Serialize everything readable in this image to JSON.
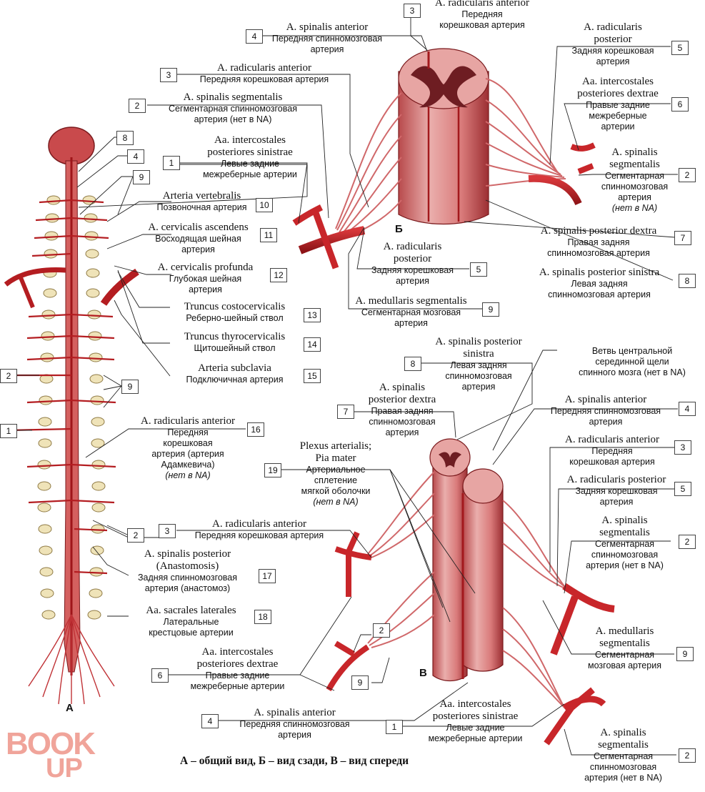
{
  "caption": "А – общий вид, Б – вид сзади, В – вид спереди",
  "panels": {
    "a": "А",
    "b": "Б",
    "c": "В"
  },
  "logo": {
    "book": "BOOK",
    "up": "UP"
  },
  "colors": {
    "artery": "#c8262a",
    "artery_dark": "#8e1417",
    "cord": "#e7a5a3",
    "cord_shade": "#b84a4c",
    "grey_matter": "#6e1d22",
    "vertebra": "#efe3b8",
    "leader": "#222222"
  },
  "labels_a": {
    "n8": "8",
    "n4": "4",
    "n9": "9",
    "n2": "2",
    "n1": "1",
    "n9b": "9",
    "intercostales_sin": {
      "num": "1",
      "lat1": "Aa. intercostales",
      "lat2": "posteriores sinistrae",
      "rus1": "Левые задние",
      "rus2": "межреберные артерии"
    },
    "vertebralis": {
      "num": "10",
      "lat": "Arteria vertebralis",
      "rus": "Позвоночная артерия"
    },
    "cervicalis_asc": {
      "num": "11",
      "lat": "A. cervicalis ascendens",
      "rus1": "Восходящая шейная",
      "rus2": "артерия"
    },
    "cervicalis_prof": {
      "num": "12",
      "lat": "A. cervicalis profunda",
      "rus1": "Глубокая шейная",
      "rus2": "артерия"
    },
    "costocervicalis": {
      "num": "13",
      "lat": "Truncus costocervicalis",
      "rus": "Реберно-шейный ствол"
    },
    "thyrocervicalis": {
      "num": "14",
      "lat": "Truncus thyrocervicalis",
      "rus": "Щитошейный ствол"
    },
    "subclavia": {
      "num": "15",
      "lat": "Arteria subclavia",
      "rus": "Подключичная артерия"
    },
    "radicularis_adam": {
      "num": "16",
      "lat": "A. radicularis anterior",
      "rus1": "Передняя",
      "rus2": "корешковая",
      "rus3": "артерия (артерия",
      "rus4": "Адамкевича)",
      "rus5": "(нет в NA)"
    },
    "radicularis_ant_lower": {
      "num": "3",
      "lat": "A. radicularis anterior",
      "rus": "Передняя корешковая артерия"
    },
    "n2_lower": "2",
    "spinalis_post_anast": {
      "num": "17",
      "lat1": "A. spinalis posterior",
      "lat2": "(Anastomosis)",
      "rus1": "Задняя спинномозговая",
      "rus2": "артерия (анастомоз)"
    },
    "sacrales": {
      "num": "18",
      "lat": "Aa. sacrales laterales",
      "rus1": "Латеральные",
      "rus2": "крестцовые артерии"
    }
  },
  "labels_b": {
    "radicularis_ant_top": {
      "num": "3",
      "lat": "A. radicularis anterior",
      "rus": "Передняя",
      "rus2": "корешковая артерия"
    },
    "spinalis_ant": {
      "num": "4",
      "lat": "A. spinalis anterior",
      "rus1": "Передняя спинномозговая",
      "rus2": "артерия"
    },
    "radicularis_ant": {
      "num": "3",
      "lat": "A. radicularis anterior",
      "rus": "Передняя корешковая артерия"
    },
    "spinalis_seg": {
      "num": "2",
      "lat": "A. spinalis segmentalis",
      "rus1": "Сегментарная спинномозговая",
      "rus2": "артерия (нет в NA)"
    },
    "radicularis_post_r": {
      "num": "5",
      "lat1": "A. radicularis",
      "lat2": "posterior",
      "rus1": "Задняя корешковая",
      "rus2": "артерия"
    },
    "intercostales_dex": {
      "num": "6",
      "lat1": "Aa. intercostales",
      "lat2": "posteriores dextrae",
      "rus1": "Правые задние",
      "rus2": "межреберные",
      "rus3": "артерии"
    },
    "spinalis_seg_r": {
      "num": "2",
      "lat1": "A. spinalis",
      "lat2": "segmentalis",
      "rus1": "Сегментарная",
      "rus2": "спинномозговая",
      "rus3": "артерия",
      "rus4": "(нет в NA)"
    },
    "spinalis_post_dex": {
      "num": "7",
      "lat": "A. spinalis posterior dextra",
      "rus1": "Правая задняя",
      "rus2": "спинномозговая артерия"
    },
    "radicularis_post": {
      "num": "5",
      "lat1": "A. radicularis",
      "lat2": "posterior",
      "rus": "Задняя корешковая",
      "rus2": "артерия"
    },
    "spinalis_post_sin": {
      "num": "8",
      "lat": "A. spinalis posterior sinistra",
      "rus1": "Левая задняя",
      "rus2": "спинномозговая артерия"
    },
    "medullaris_seg": {
      "num": "9",
      "lat": "A. medullaris segmentalis",
      "rus1": "Сегментарная мозговая",
      "rus2": "артерия"
    }
  },
  "labels_c": {
    "spinalis_post_sin": {
      "num": "8",
      "lat1": "A. spinalis posterior",
      "lat2": "sinistra",
      "rus1": "Левая задняя",
      "rus2": "спинномозговая",
      "rus3": "артерия"
    },
    "central_branch": {
      "rus1": "Ветвь центральной",
      "rus2": "серединной щели",
      "rus3": "спинного мозга (нет в NA)"
    },
    "spinalis_post_dex": {
      "num": "7",
      "lat1": "A. spinalis",
      "lat2": "posterior dextra",
      "rus1": "Правая задняя",
      "rus2": "спинномозговая",
      "rus3": "артерия"
    },
    "spinalis_ant": {
      "num": "4",
      "lat": "A. spinalis anterior",
      "rus1": "Передняя спинномозговая",
      "rus2": "артерия"
    },
    "radicularis_ant_r": {
      "num": "3",
      "lat": "A. radicularis anterior",
      "rus1": "Передняя",
      "rus2": "корешковая артерия"
    },
    "plexus": {
      "num": "19",
      "lat1": "Plexus arterialis;",
      "lat2": "Pia mater",
      "rus1": "Артериальное",
      "rus2": "сплетение",
      "rus3": "мягкой оболочки",
      "rus4": "(нет в NA)"
    },
    "radicularis_post_r": {
      "num": "5",
      "lat": "A. radicularis posterior",
      "rus1": "Задняя корешковая",
      "rus2": "артерия"
    },
    "spinalis_seg_r": {
      "num": "2",
      "lat1": "A. spinalis",
      "lat2": "segmentalis",
      "rus1": "Сегментарная",
      "rus2": "спинномозговая",
      "rus3": "артерия (нет в NA)"
    },
    "medullaris_seg": {
      "num": "9",
      "lat1": "A. medullaris",
      "lat2": "segmentalis",
      "rus1": "Сегментарная",
      "rus2": "мозговая артерия"
    },
    "n2_left": "2",
    "intercostales_dex": {
      "num": "6",
      "lat1": "Aa. intercostales",
      "lat2": "posteriores dextrae",
      "rus1": "Правые задние",
      "rus2": "межреберные артерии"
    },
    "n9_left": "9",
    "spinalis_ant_bottom": {
      "num": "4",
      "lat": "A. spinalis anterior",
      "rus1": "Передняя спинномозговая",
      "rus2": "артерия"
    },
    "intercostales_sin": {
      "num": "1",
      "lat1": "Aa. intercostales",
      "lat2": "posteriores sinistrae",
      "rus1": "Левые задние",
      "rus2": "межреберные артерии"
    },
    "spinalis_seg_bottom": {
      "num": "2",
      "lat1": "A. spinalis",
      "lat2": "segmentalis",
      "rus1": "Сегментарная",
      "rus2": "спинномозговая",
      "rus3": "артерия (нет в NA)"
    }
  }
}
